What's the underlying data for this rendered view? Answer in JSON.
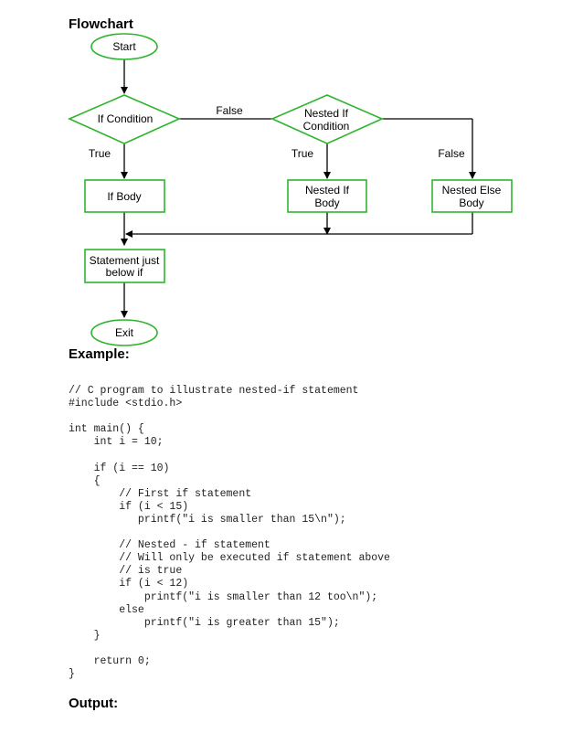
{
  "headings": {
    "flowchart": "Flowchart",
    "example": "Example:",
    "output": "Output:"
  },
  "flowchart": {
    "start": "Start",
    "if_condition": "If Condition",
    "false_label_1": "False",
    "nested_if_condition_line1": "Nested If",
    "nested_if_condition_line2": "Condition",
    "true_label_1": "True",
    "true_label_2": "True",
    "false_label_2": "False",
    "if_body": "If Body",
    "nested_if_body_line1": "Nested If",
    "nested_if_body_line2": "Body",
    "nested_else_body_line1": "Nested Else",
    "nested_else_body_line2": "Body",
    "statement_line1": "Statement just",
    "statement_line2": "below if",
    "exit": "Exit",
    "stroke_color": "#2db52d"
  },
  "code": {
    "lines": [
      "// C program to illustrate nested-if statement",
      "#include <stdio.h>",
      "",
      "int main() {",
      "    int i = 10;",
      "",
      "    if (i == 10)",
      "    {",
      "        // First if statement",
      "        if (i < 15)",
      "           printf(\"i is smaller than 15\\n\");",
      "",
      "        // Nested - if statement",
      "        // Will only be executed if statement above",
      "        // is true",
      "        if (i < 12)",
      "            printf(\"i is smaller than 12 too\\n\");",
      "        else",
      "            printf(\"i is greater than 15\");",
      "    }",
      "",
      "    return 0;",
      "}"
    ]
  }
}
